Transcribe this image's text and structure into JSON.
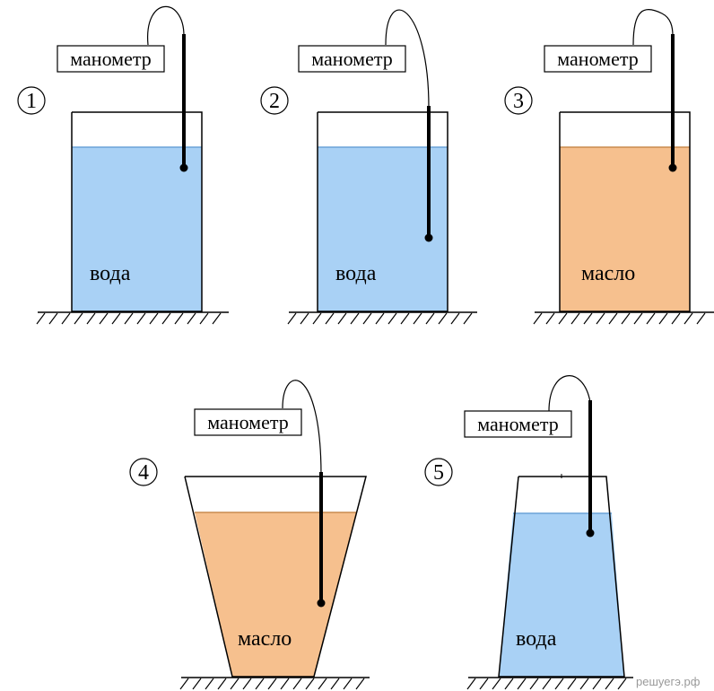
{
  "colors": {
    "water": "#a9d1f5",
    "water_surface": "#6aa3d8",
    "oil": "#f6c08e",
    "oil_surface": "#c98b4f"
  },
  "setups": [
    {
      "number": "1",
      "gauge_label": "манометр",
      "liquid_label": "вода",
      "liquid": "water",
      "vessel_shape": "rectangle",
      "probe_depth": "shallow"
    },
    {
      "number": "2",
      "gauge_label": "манометр",
      "liquid_label": "вода",
      "liquid": "water",
      "vessel_shape": "rectangle",
      "probe_depth": "deep"
    },
    {
      "number": "3",
      "gauge_label": "манометр",
      "liquid_label": "масло",
      "liquid": "oil",
      "vessel_shape": "rectangle",
      "probe_depth": "shallow"
    },
    {
      "number": "4",
      "gauge_label": "манометр",
      "liquid_label": "масло",
      "liquid": "oil",
      "vessel_shape": "widening-up",
      "probe_depth": "deep"
    },
    {
      "number": "5",
      "gauge_label": "манометр",
      "liquid_label": "вода",
      "liquid": "water",
      "vessel_shape": "narrowing-up",
      "probe_depth": "shallow"
    }
  ],
  "watermark": "решуегэ.рф"
}
